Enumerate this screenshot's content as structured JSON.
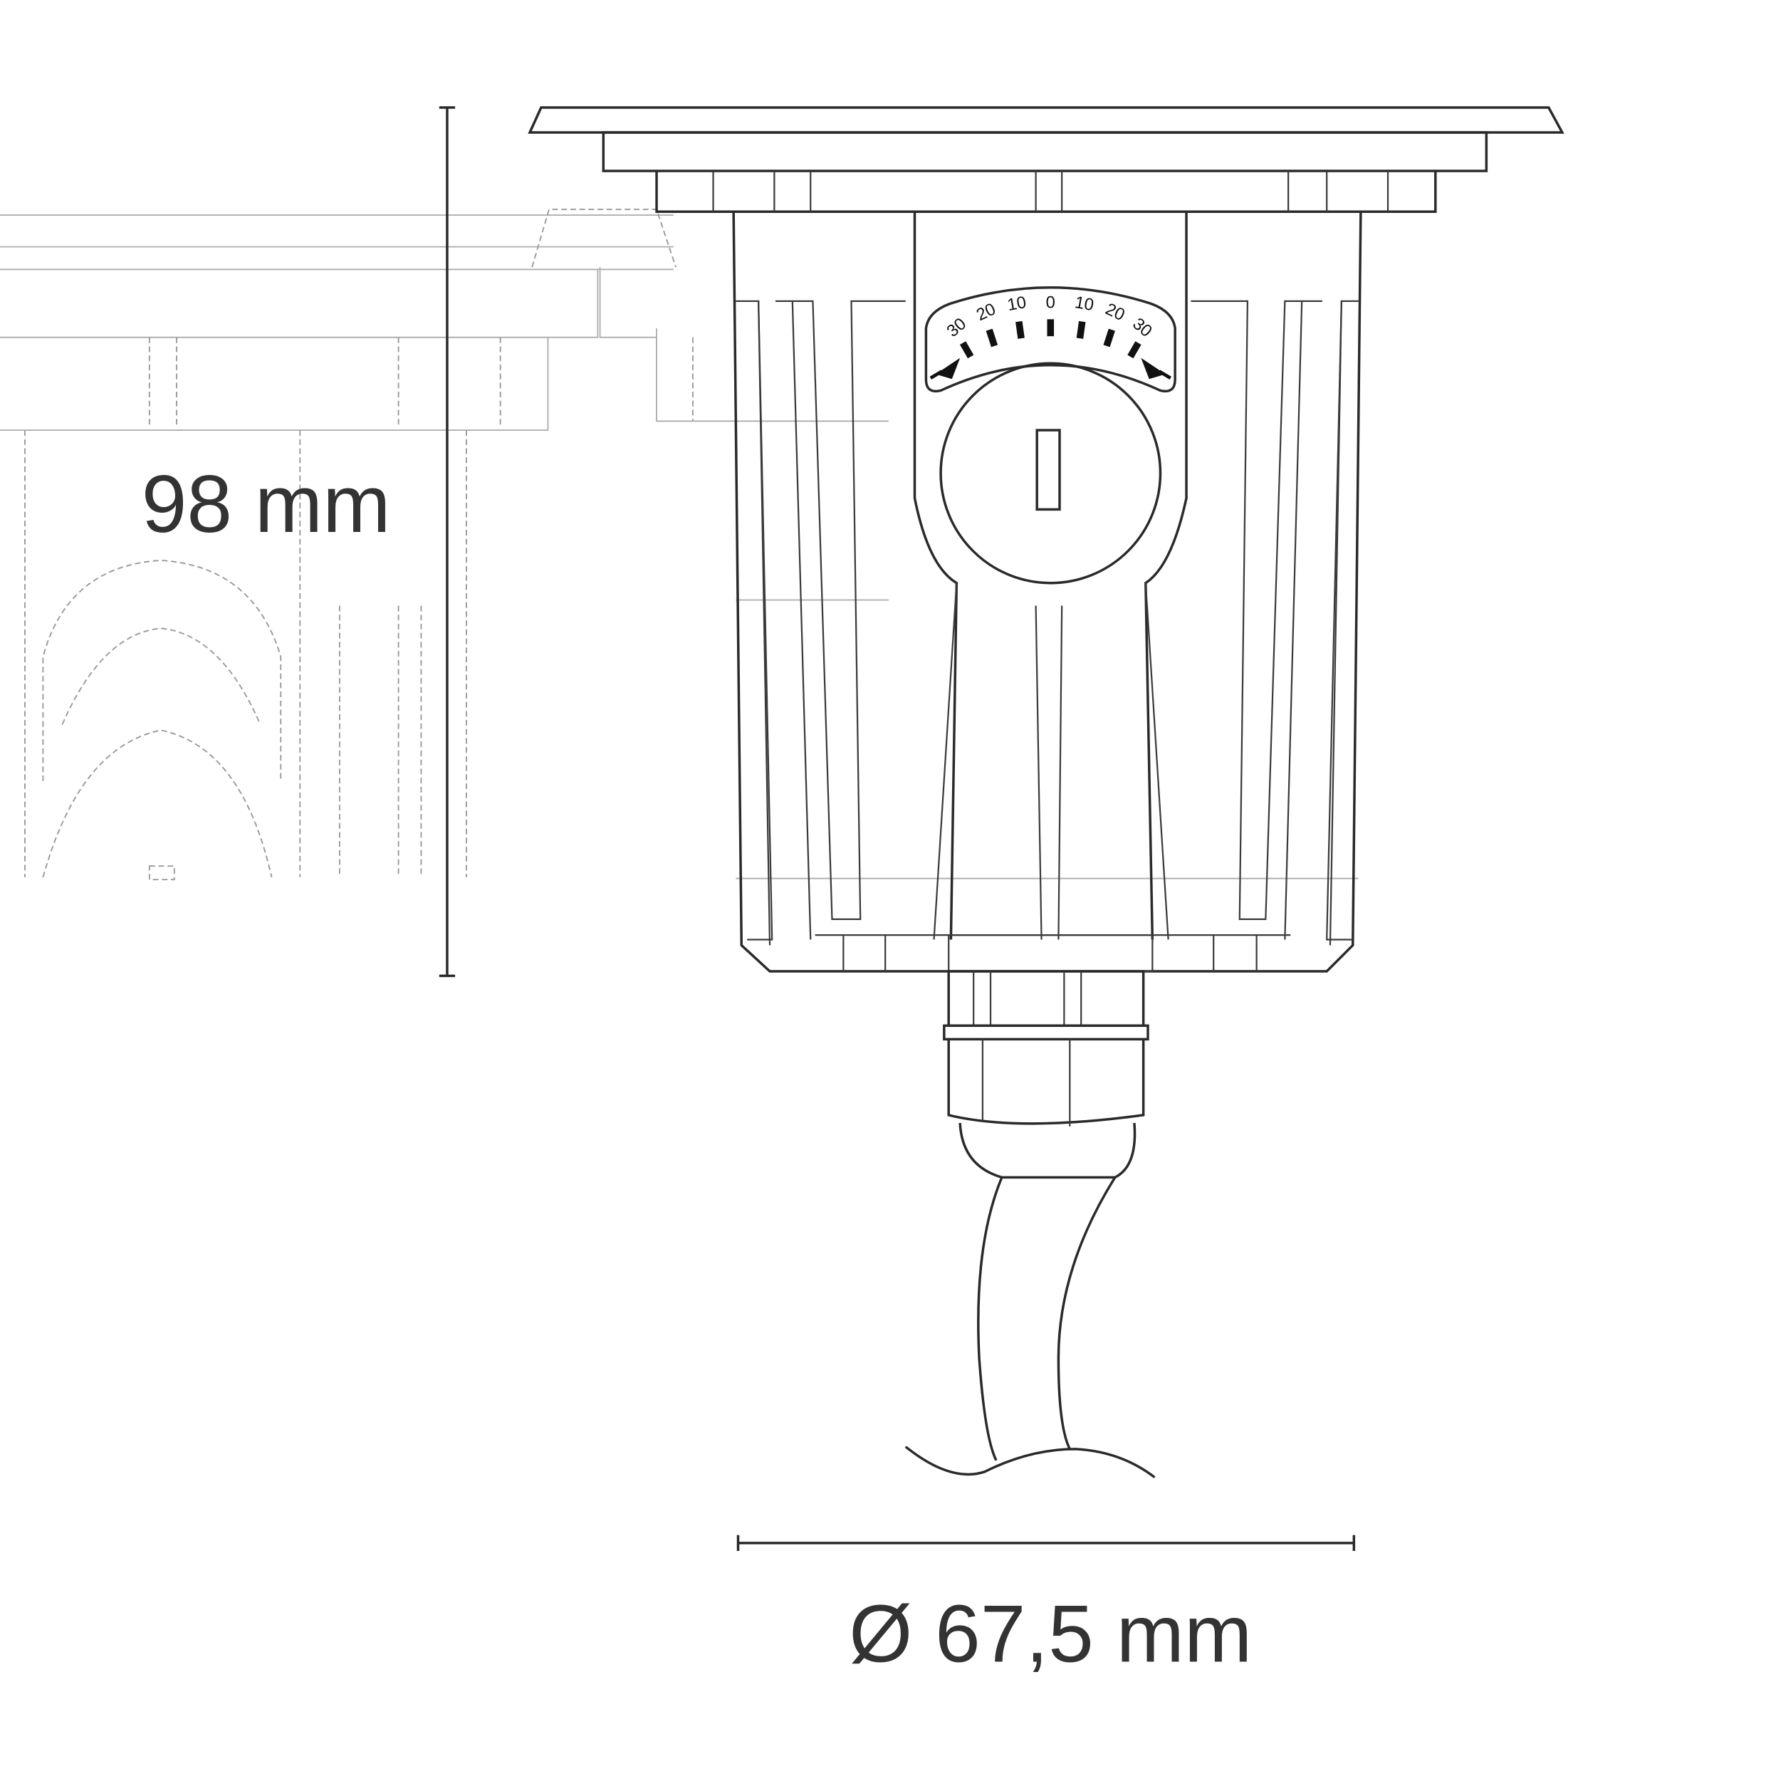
{
  "dimensions": {
    "height_label": "98 mm",
    "diameter_label": "Ø 67,5 mm"
  },
  "tilt_scale": {
    "labels": [
      "30",
      "20",
      "10",
      "0",
      "10",
      "20",
      "30"
    ]
  },
  "colors": {
    "line": "#2a2a2a",
    "ghost": "#9a9a9a",
    "background": "#ffffff"
  }
}
